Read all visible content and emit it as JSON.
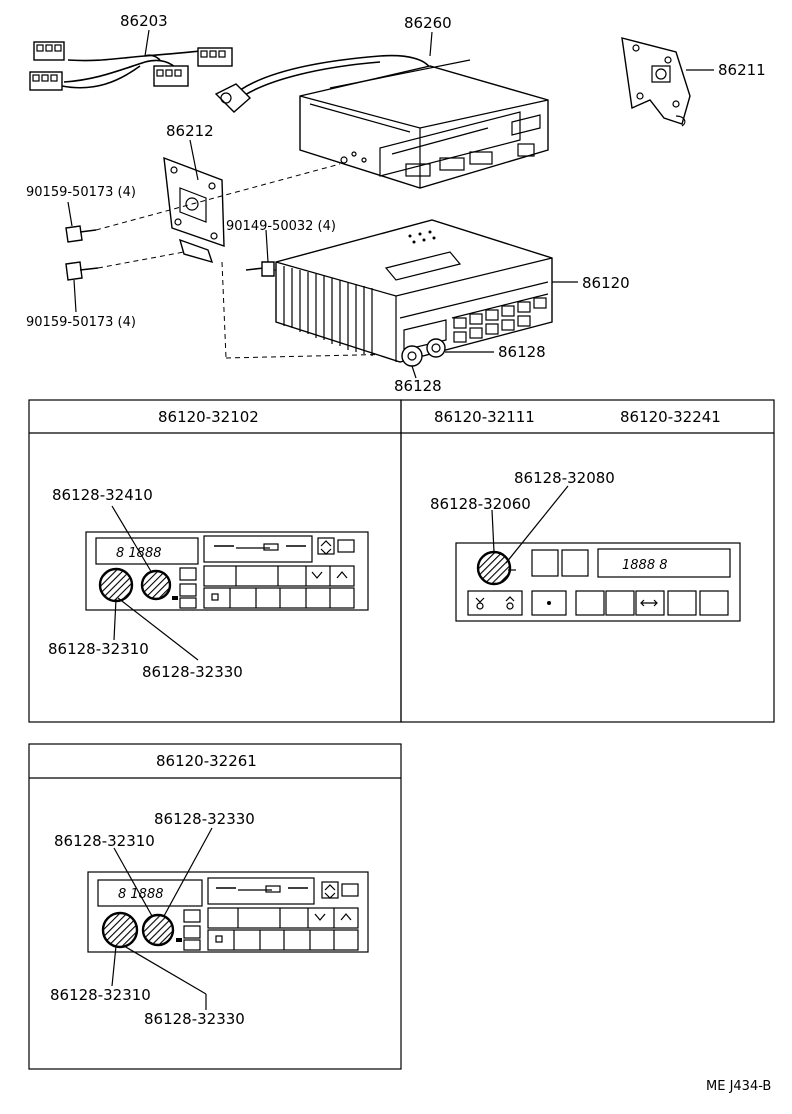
{
  "exploded_view": {
    "labels": {
      "harness": "86203",
      "tape_player": "86260",
      "bracket_right": "86211",
      "bracket_left": "86212",
      "screw_upper": "90159-50173 (4)",
      "screw_lower": "90159-50173 (4)",
      "screw_mid": "90149-50032 (4)",
      "radio_receiver": "86120",
      "knob_right": "86128",
      "knob_lower": "86128"
    }
  },
  "panels": {
    "p1": {
      "title": "86120-32102",
      "display": "8 1888",
      "callouts": [
        "86128-32410",
        "86128-32310",
        "86128-32330"
      ]
    },
    "p2": {
      "title_a": "86120-32111",
      "title_b": "86120-32241",
      "display": "1888 8",
      "callouts": [
        "86128-32080",
        "86128-32060"
      ]
    },
    "p3": {
      "title": "86120-32261",
      "display": "8 1888",
      "callouts": [
        "86128-32330",
        "86128-32310",
        "86128-32310",
        "86128-32330"
      ]
    }
  },
  "footer": {
    "code": "ME J434-B"
  }
}
